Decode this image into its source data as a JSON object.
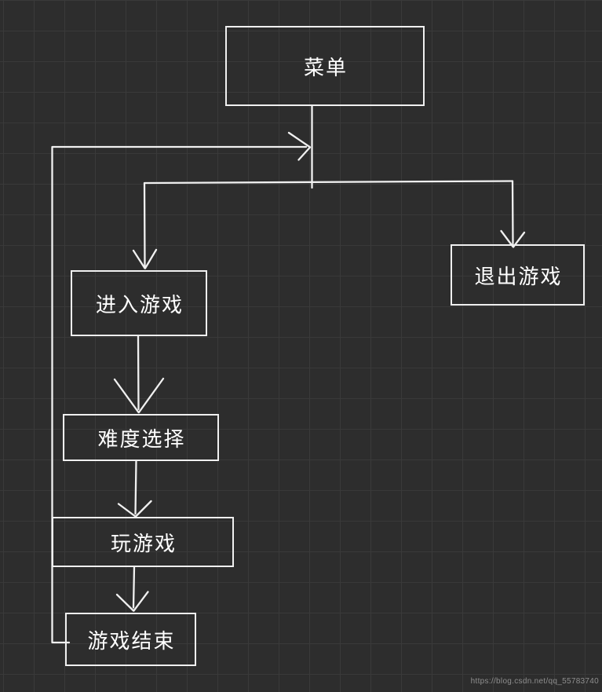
{
  "nodes": [
    {
      "id": "menu",
      "label": "菜单"
    },
    {
      "id": "enter-game",
      "label": "进入游戏"
    },
    {
      "id": "exit-game",
      "label": "退出游戏"
    },
    {
      "id": "difficulty-select",
      "label": "难度选择"
    },
    {
      "id": "play-game",
      "label": "玩游戏"
    },
    {
      "id": "game-over",
      "label": "游戏结束"
    }
  ],
  "edges": [
    {
      "from": "menu",
      "to": "enter-game"
    },
    {
      "from": "menu",
      "to": "exit-game"
    },
    {
      "from": "enter-game",
      "to": "difficulty-select"
    },
    {
      "from": "difficulty-select",
      "to": "play-game"
    },
    {
      "from": "play-game",
      "to": "game-over"
    },
    {
      "from": "game-over",
      "to": "menu"
    }
  ],
  "watermark": {
    "text": "https://blog.csdn.net/qq_55783740"
  },
  "colors": {
    "background": "#2d2d2d",
    "grid": "#3a3a3a",
    "stroke": "#f0f0f0",
    "node_text": "#ffffff",
    "watermark_text": "#8f8f8f"
  }
}
